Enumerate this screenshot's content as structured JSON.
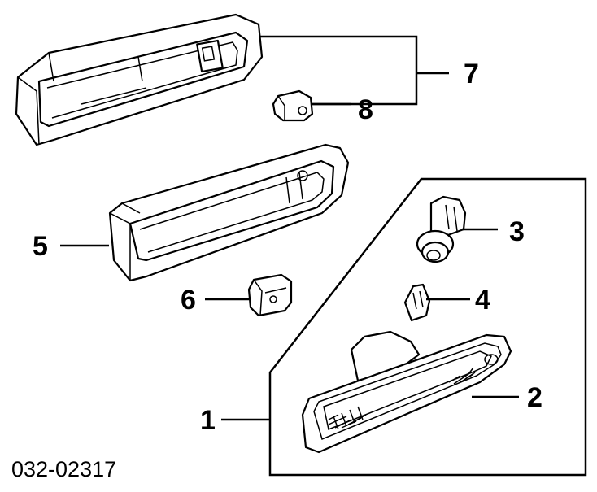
{
  "diagram": {
    "figure_number": "032-02317",
    "callouts": {
      "c1": "1",
      "c2": "2",
      "c3": "3",
      "c4": "4",
      "c5": "5",
      "c6": "6",
      "c7": "7",
      "c8": "8"
    }
  }
}
